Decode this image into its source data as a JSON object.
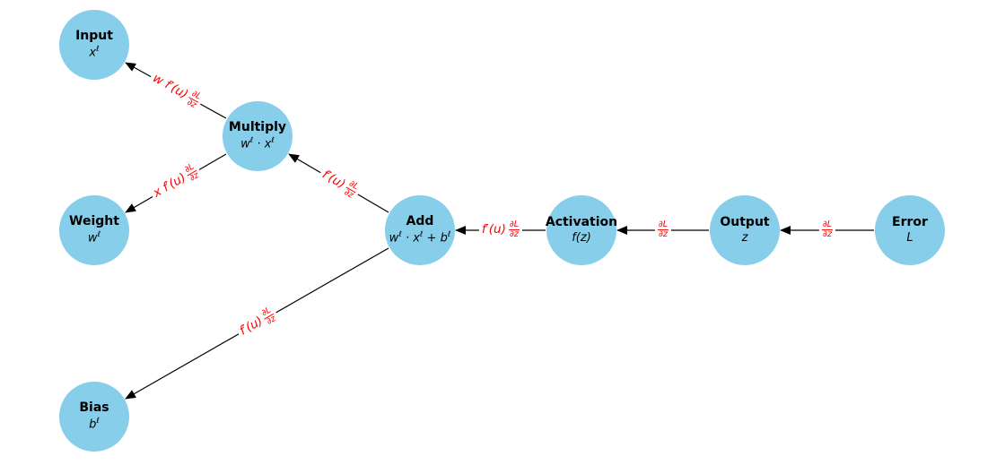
{
  "diagram": {
    "background": "#ffffff",
    "node_fill": "#87CEEB",
    "edge_color": "#000000",
    "edge_label_color": "#ff0000",
    "nodes": {
      "input": {
        "title": "Input",
        "formula": "x^ℓ"
      },
      "multiply": {
        "title": "Multiply",
        "formula": "w^ℓ · x^ℓ"
      },
      "weight": {
        "title": "Weight",
        "formula": "w^ℓ"
      },
      "add": {
        "title": "Add",
        "formula": "w^ℓ · x^ℓ + b^ℓ"
      },
      "activation": {
        "title": "Activation",
        "formula": "f(z)"
      },
      "output": {
        "title": "Output",
        "formula": "z"
      },
      "error": {
        "title": "Error",
        "formula": "L"
      },
      "bias": {
        "title": "Bias",
        "formula": "b^ℓ"
      }
    },
    "edges": {
      "error_output": {
        "from": "Error",
        "to": "Output",
        "prefix": "",
        "frac_num": "∂L",
        "frac_den": "∂z"
      },
      "output_activation": {
        "from": "Output",
        "to": "Activation",
        "prefix": "",
        "frac_num": "∂L",
        "frac_den": "∂z"
      },
      "activation_add": {
        "from": "Activation",
        "to": "Add",
        "prefix": "f′(u)",
        "frac_num": "∂L",
        "frac_den": "∂z"
      },
      "add_multiply": {
        "from": "Add",
        "to": "Multiply",
        "prefix": "f′(u)",
        "frac_num": "∂L",
        "frac_den": "∂z"
      },
      "multiply_input": {
        "from": "Multiply",
        "to": "Input",
        "prefix": "w f′(u)",
        "frac_num": "∂L",
        "frac_den": "∂z"
      },
      "multiply_weight": {
        "from": "Multiply",
        "to": "Weight",
        "prefix": "x f′(u)",
        "frac_num": "∂L",
        "frac_den": "∂z"
      },
      "add_bias": {
        "from": "Add",
        "to": "Bias",
        "prefix": "f′(u)",
        "frac_num": "∂L",
        "frac_den": "∂z"
      }
    }
  }
}
